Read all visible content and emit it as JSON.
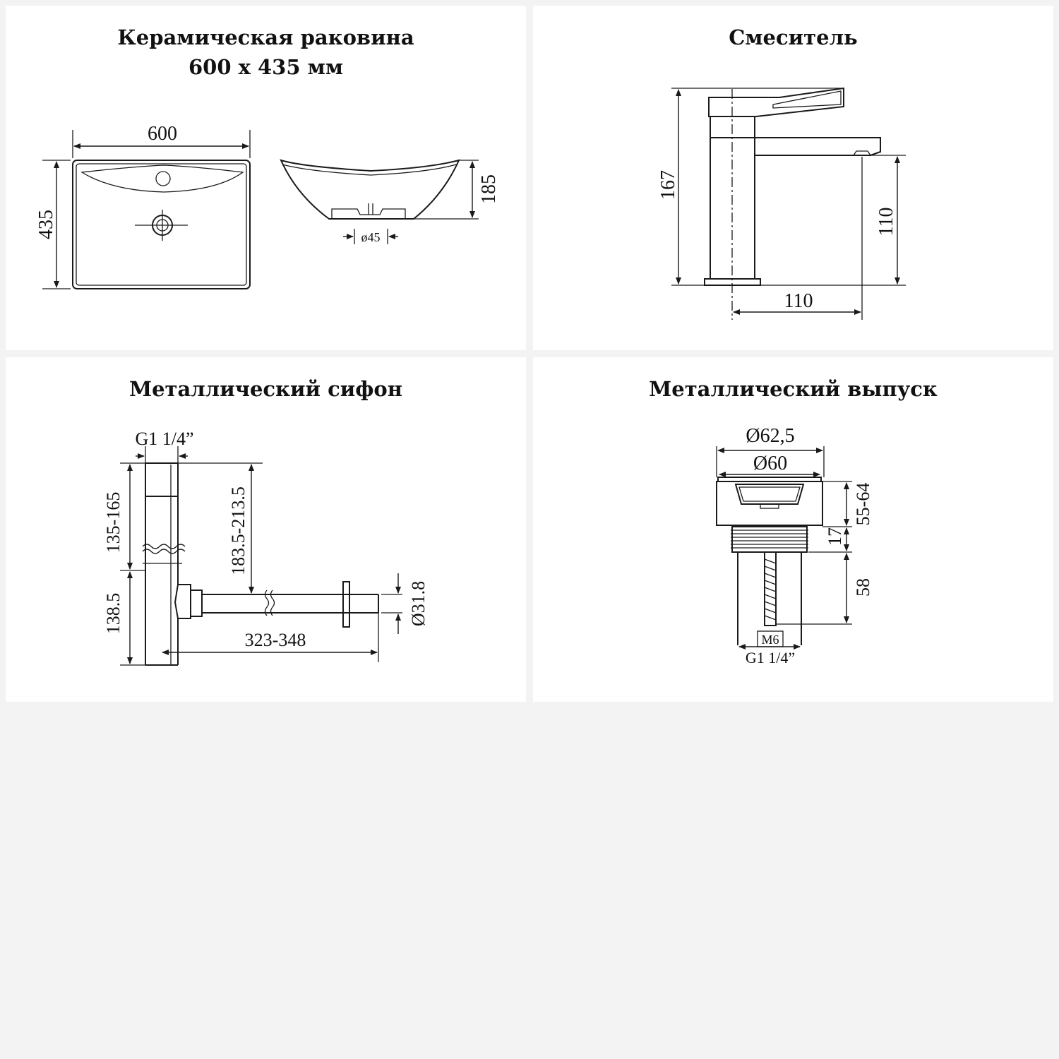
{
  "panels": {
    "sink": {
      "title_line1": "Керамическая раковина",
      "title_line2": "600 х 435 мм",
      "dim_width": "600",
      "dim_depth": "435",
      "dim_height": "185",
      "dim_drain": "ø45"
    },
    "faucet": {
      "title": "Смеситель",
      "dim_height": "167",
      "dim_spout_height": "110",
      "dim_spout_reach": "110"
    },
    "siphon": {
      "title": "Металлический сифон",
      "dim_thread": "G1 1/4”",
      "dim_upper": "135-165",
      "dim_lower": "138.5",
      "dim_total": "183.5-213.5",
      "dim_length": "323-348",
      "dim_diameter": "Ø31.8"
    },
    "drain": {
      "title": "Металлический выпуск",
      "dim_outer": "Ø62,5",
      "dim_inner": "Ø60",
      "dim_range": "55-64",
      "dim_thread_h": "17",
      "dim_body": "58",
      "dim_bolt": "M6",
      "dim_thread": "G1 1/4”"
    }
  }
}
